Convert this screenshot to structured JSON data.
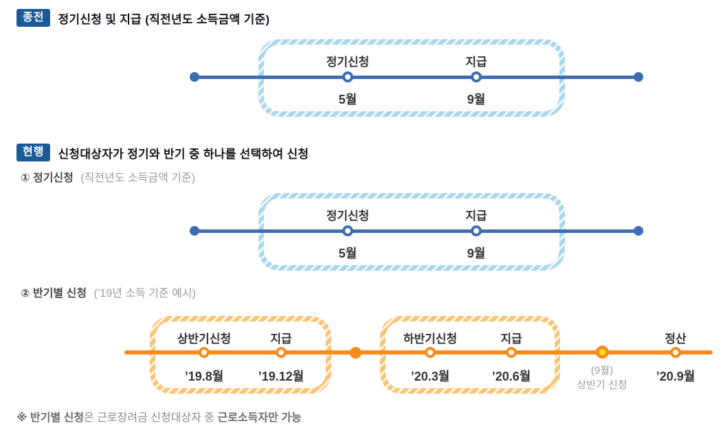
{
  "colors": {
    "badge_bg": "#1a5a9a",
    "blue_line": "#3d6cb3",
    "blue_box_border": "#a9d7ec",
    "orange_line": "#f98b1d",
    "orange_box_border": "#fbc475",
    "yellow_node_fill": "#ffe40d",
    "label_text": "#333333",
    "gray_text": "#9a9a9a"
  },
  "former": {
    "badge": "종전",
    "title": "정기신청 및 지급 (직전년도 소득금액 기준)"
  },
  "current": {
    "badge": "현행",
    "title": "신청대상자가 정기와 반기 중 하나를 선택하여 신청",
    "item1": {
      "label": "① 정기신청",
      "sub": "(직전년도 소득금액 기준)"
    },
    "item2": {
      "label": "② 반기별 신청",
      "sub": "(’19년 소득 기준 예시)"
    }
  },
  "regular_timeline": {
    "nodes": [
      {
        "label": "정기신청",
        "month": "5월"
      },
      {
        "label": "지급",
        "month": "9월"
      }
    ]
  },
  "half_timeline": {
    "first": [
      {
        "label": "상반기신청",
        "month": "’19.8월"
      },
      {
        "label": "지급",
        "month": "’19.12월"
      }
    ],
    "second": [
      {
        "label": "하반기신청",
        "month": "’20.3월"
      },
      {
        "label": "지급",
        "month": "’20.6월"
      }
    ],
    "september": {
      "line1": "(9월)",
      "line2": "상반기 신청"
    },
    "settlement": {
      "label": "정산",
      "month": "’20.9월"
    }
  },
  "footnote": {
    "prefix": "※ ",
    "bold1": "반기별 신청",
    "mid": "은 근로장려금 신청대상자 중 ",
    "bold2": "근로소득자만 가능"
  }
}
